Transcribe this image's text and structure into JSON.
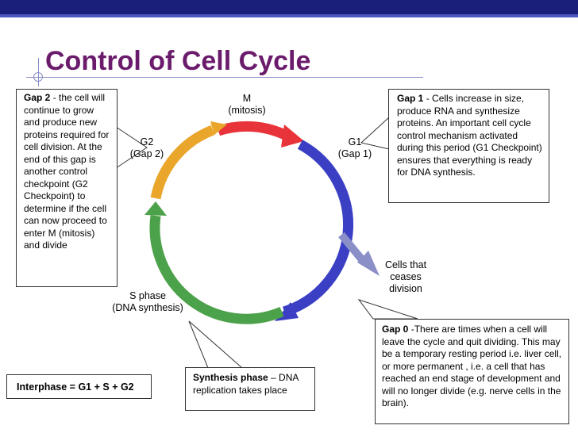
{
  "slide": {
    "title": "Control of Cell Cycle"
  },
  "phases": {
    "m_line1": "M",
    "m_line2": "(mitosis)",
    "g1_line1": "G1",
    "g1_line2": "(Gap 1)",
    "g2_line1": "G2",
    "g2_line2": "(Gap 2)",
    "s_line1": "S phase",
    "s_line2": "(DNA synthesis)",
    "g0_line1": "Cells that",
    "g0_line2": "ceases",
    "g0_line3": "division"
  },
  "callouts": {
    "gap2_heading": "Gap 2",
    "gap2_text": " - the cell will continue to grow and produce new proteins required for cell division. At the end of this gap is another control checkpoint (G2 Checkpoint) to determine if the cell can now proceed to enter M (mitosis) and divide",
    "gap1_heading": "Gap 1",
    "gap1_text": " - Cells increase in size, produce RNA and synthesize proteins. An important cell cycle control mechanism activated during this period (G1 Checkpoint) ensures that everything is ready for DNA synthesis.",
    "gap0_heading": "Gap 0",
    "gap0_text": " -There are times when a cell will leave the cycle and quit dividing. This may be a temporary resting period i.e. liver cell, or more permanent , i.e. a cell that has reached an end stage of development and will no longer divide (e.g. nerve cells in the brain).",
    "synthesis_heading": "Synthesis phase",
    "synthesis_text": " – DNA replication takes place",
    "interphase_text": "Interphase = G1 + S + G2"
  },
  "colors": {
    "m_arc": "#e8333a",
    "g1_arc": "#3a3fc4",
    "s_arc": "#4ca24a",
    "g2_arc": "#e9a62a",
    "g0_arrow": "#8a8fc8",
    "title": "#6b1b6b",
    "topbar": "#1a1f7a"
  }
}
